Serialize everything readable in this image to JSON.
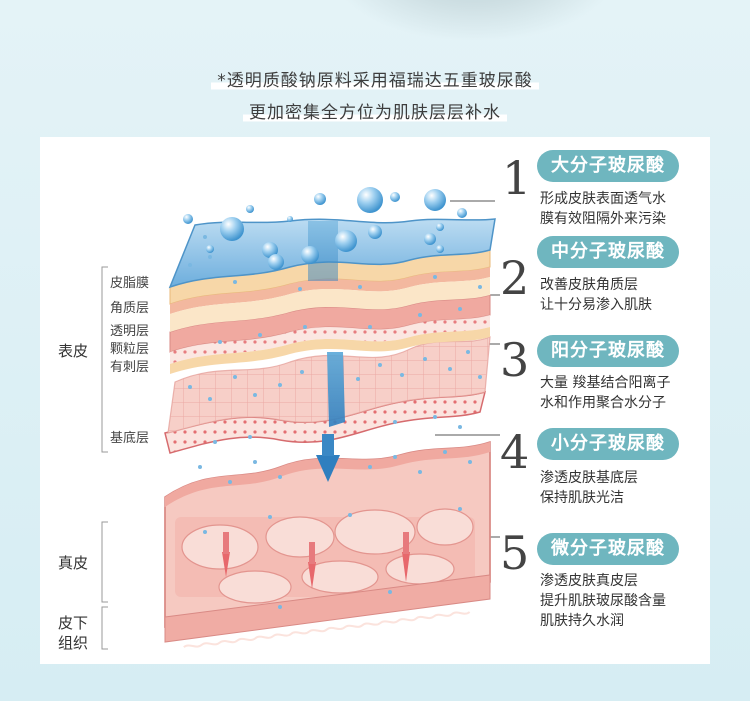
{
  "caption": {
    "line1": "*透明质酸钠原料采用福瑞达五重玻尿酸",
    "line2": "更加密集全方位为肌肤层层补水"
  },
  "left_labels": {
    "epidermis": "表皮",
    "dermis": "真皮",
    "subcutaneous_1": "皮下",
    "subcutaneous_2": "组织"
  },
  "layer_labels": [
    "皮脂膜",
    "角质层",
    "透明层",
    "颗粒层",
    "有刺层",
    "基底层"
  ],
  "levels": [
    {
      "number": "1",
      "title": "大分子玻尿酸",
      "lines": [
        "形成皮肤表面透气水",
        "膜有效阻隔外来污染"
      ]
    },
    {
      "number": "2",
      "title": "中分子玻尿酸",
      "lines": [
        "改善皮肤角质层",
        "让十分易渗入肌肤"
      ]
    },
    {
      "number": "3",
      "title": "阳分子玻尿酸",
      "lines": [
        "大量 羧基结合阳离子",
        "水和作用聚合水分子"
      ]
    },
    {
      "number": "4",
      "title": "小分子玻尿酸",
      "lines": [
        "渗透皮肤基底层",
        "保持肌肤光洁"
      ]
    },
    {
      "number": "5",
      "title": "微分子玻尿酸",
      "lines": [
        "渗透皮肤真皮层",
        "提升肌肤玻尿酸含量",
        "肌肤持久水润"
      ]
    }
  ],
  "colors": {
    "tag": "#6fb6bf",
    "water_layer": "#8ec3e6",
    "skin_pink": "#f4b3ab",
    "cream_layer": "#f7d7a8"
  }
}
